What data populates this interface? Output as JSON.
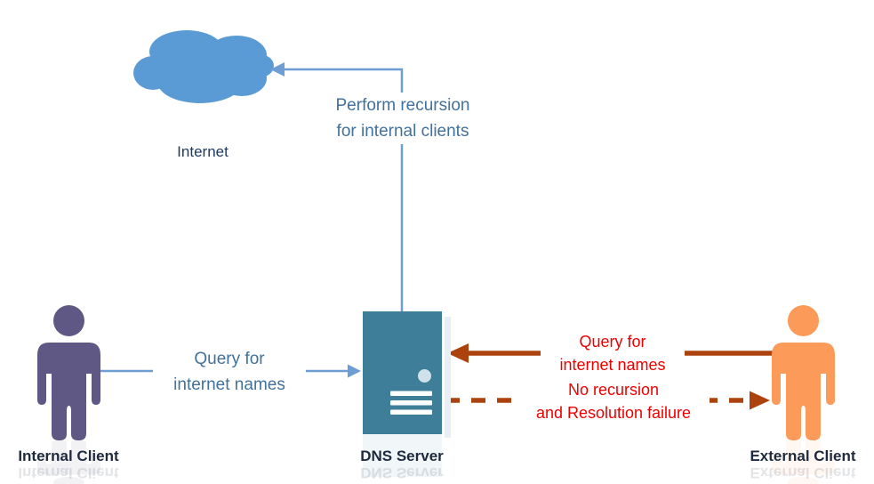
{
  "diagram": {
    "background": "#FFFFFF",
    "colors": {
      "cloud_fill": "#5B9BD5",
      "connector_blue": "#6D9DD3",
      "blue_label_text": "#41719C",
      "server_fill": "#3F7E99",
      "server_detail_circle": "#CFE2EB",
      "server_vent_bars": "#FFFFFF",
      "internal_client_fill": "#5F5884",
      "external_client_fill": "#FB9A59",
      "red_arrow": "#AC430F",
      "red_label_text": "#EE0000",
      "node_label_text": "#1E2A3E",
      "internet_label_text": "#1F3B63",
      "shadow": "#E8EEF2"
    },
    "nodes": {
      "internet": {
        "label": "Internet"
      },
      "dns_server": {
        "label": "DNS Server"
      },
      "internal_client": {
        "label": "Internal Client"
      },
      "external_client": {
        "label": "External Client"
      }
    },
    "edges": {
      "recursion": {
        "line1": "Perform recursion",
        "line2": "for internal clients"
      },
      "internal_query": {
        "line1": "Query for",
        "line2": "internet names"
      },
      "external_query": {
        "line1": "Query for",
        "line2": "internet names"
      },
      "failure": {
        "line1": "No recursion",
        "line2": "and Resolution failure"
      }
    }
  }
}
